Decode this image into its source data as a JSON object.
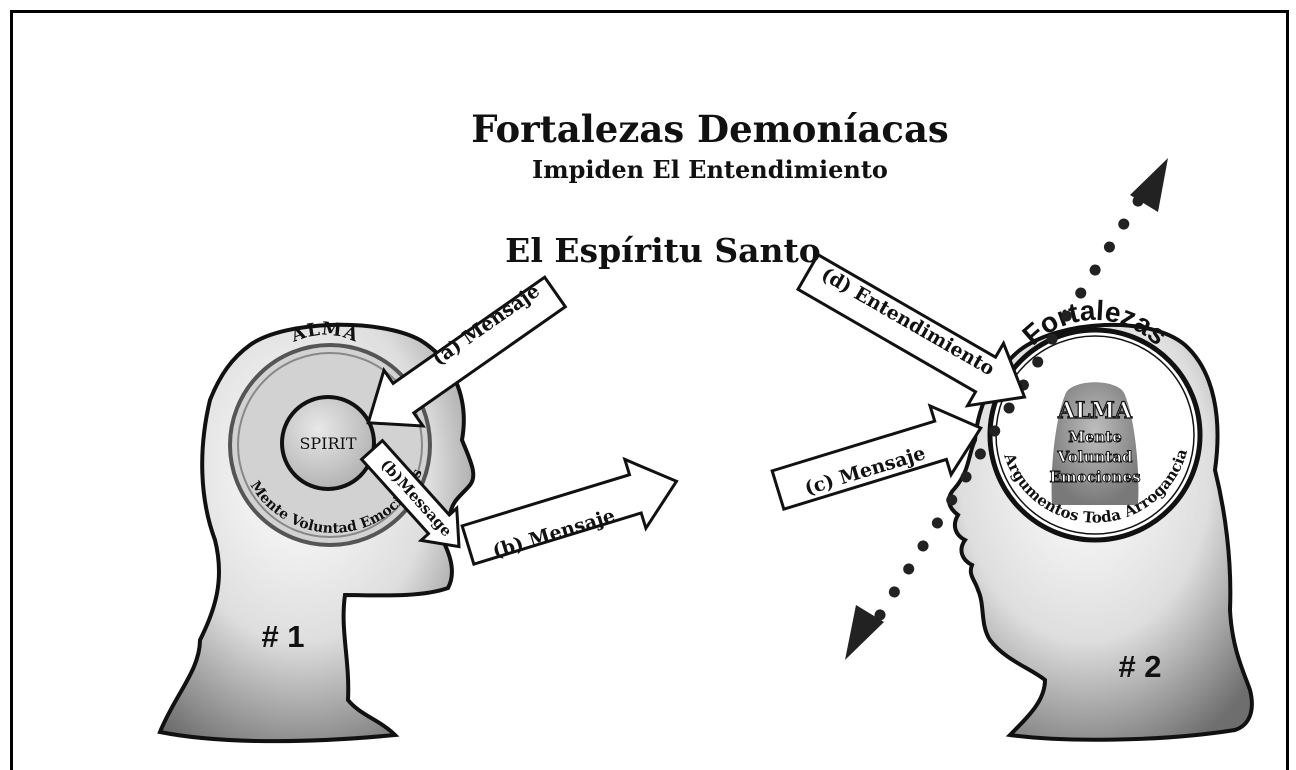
{
  "title": "Fortalezas Demoníacas",
  "subtitle": "Impiden El Entendimiento",
  "holy_spirit": "El Espíritu Santo",
  "person1": {
    "number": "# 1",
    "soul_label": "ALMA",
    "spirit_label": "SPIRIT",
    "soul_ring_text": "Mente Voluntad Emociones"
  },
  "person2": {
    "number": "# 2",
    "strongholds_label": "Fortalezas",
    "soul_label": "ALMA",
    "mind": "Mente",
    "will": "Voluntad",
    "emotions": "Emociones",
    "ring_text": "Argumentos Toda Arrogancia"
  },
  "arrows": {
    "a": "(a) Mensaje",
    "b_inner": "(b)Message",
    "b": "(b) Mensaje",
    "c": "(c) Mensaje",
    "d": "(d) Entendimiento"
  },
  "colors": {
    "head_fill": "#d6d6d6",
    "outline": "#111111",
    "spirit_fill": "#c9c9c9"
  }
}
